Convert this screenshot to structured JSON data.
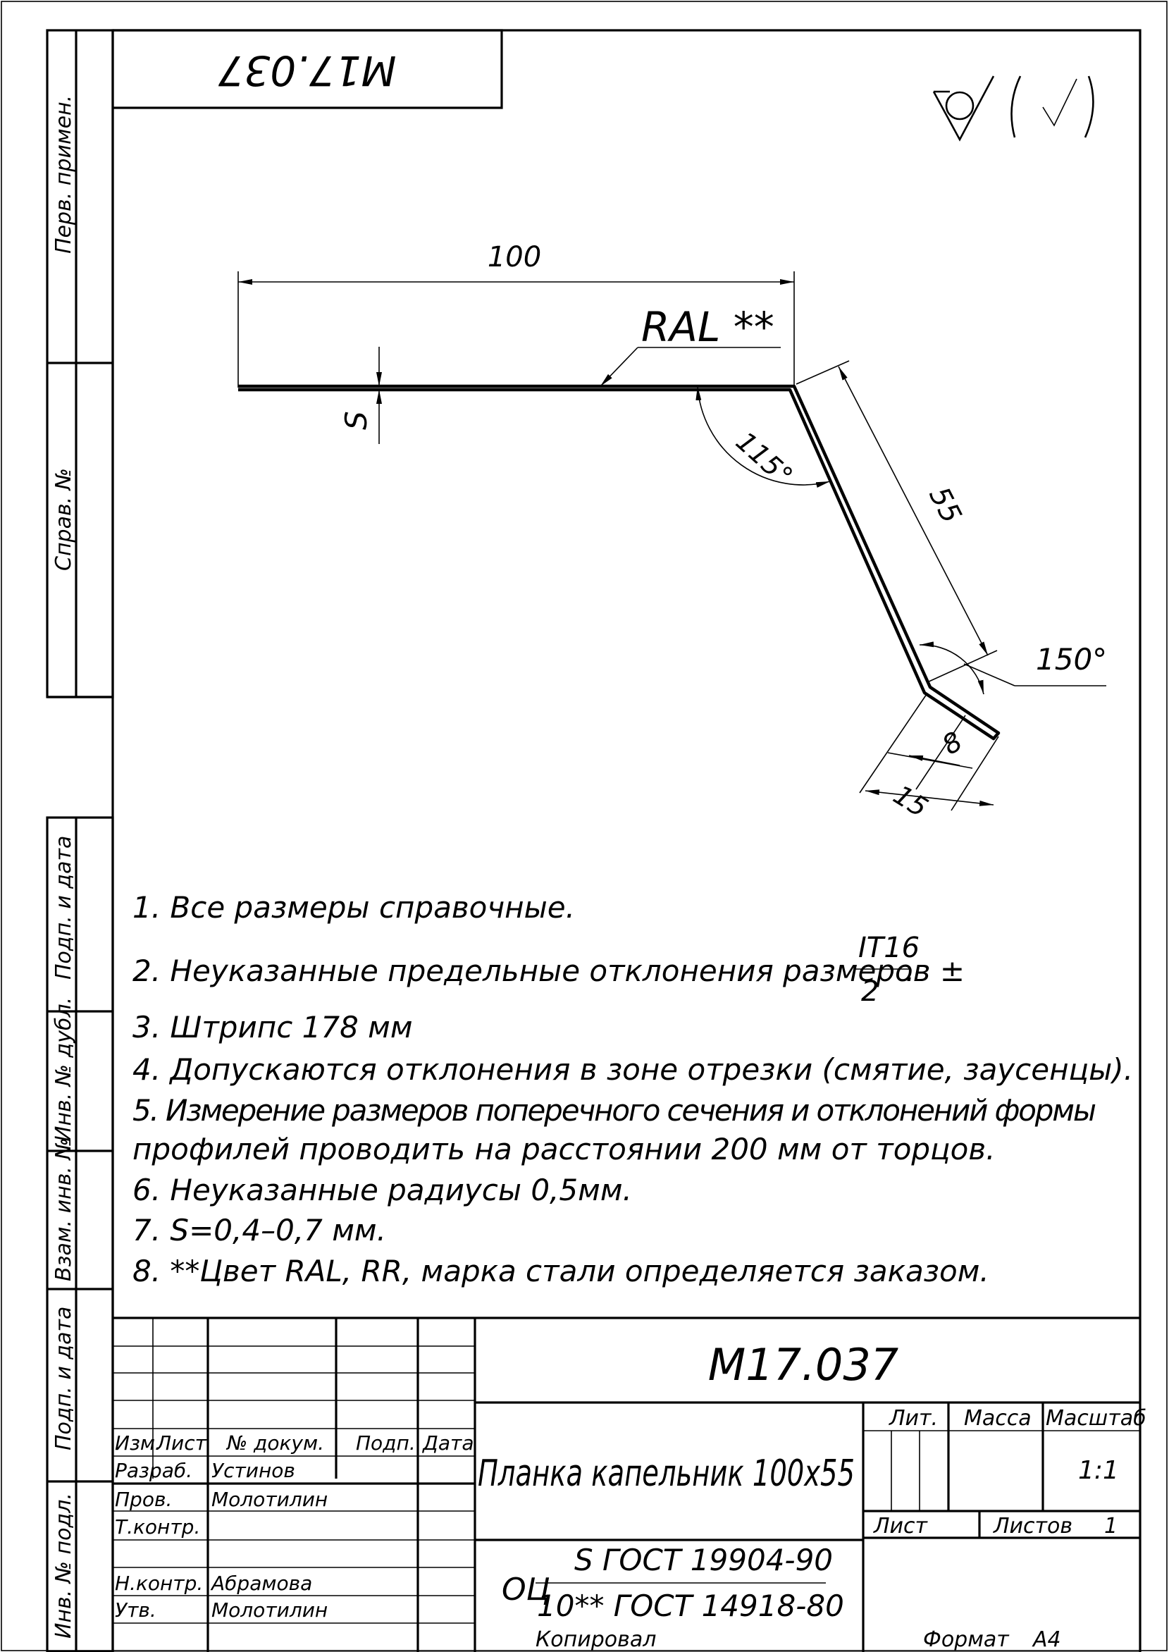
{
  "designation": "М17.037",
  "designation_mirrored": "М17.037",
  "roughness_symbol": "surface-roughness-symbol",
  "dimensions": {
    "length_top": "100",
    "coating": "RAL **",
    "thickness": "S",
    "angle_1": "115°",
    "length_side": "55",
    "angle_2": "150°",
    "length_hem": "8",
    "length_hem_total": "15"
  },
  "notes": [
    "1. Все размеры справочные.",
    "2. Неуказанные предельные отклонения размеров ±",
    "3. Штрипс 178 мм",
    "4. Допускаются отклонения в зоне отрезки (смятие, заусенцы).",
    "5. Измерение размеров поперечного сечения и отклонений формы",
    "профилей проводить на расстоянии 200 мм от торцов.",
    "6. Неуказанные радиусы 0,5мм.",
    "7. S=0,4–0,7 мм.",
    "8. **Цвет RAL, RR, марка стали определяется заказом."
  ],
  "note2_fraction": {
    "numerator": "IT16",
    "denominator": "2",
    "tail": "."
  },
  "side_strip": {
    "perv_primen": "Перв. примен.",
    "sprav_no": "Справ. №",
    "podp_data_1": "Подп. и дата",
    "inv_dubl": "Инв. № дубл.",
    "vzam_inv": "Взам. инв. №",
    "podp_data_2": "Подп. и дата",
    "inv_podl": "Инв. № подл."
  },
  "title_block": {
    "designation": "М17.037",
    "name": "Планка капельник 100х55",
    "material_num": "S ГОСТ 19904-90",
    "material_prefix": "ОЦ",
    "material_den": "10** ГОСТ 14918-80",
    "lit_label": "Лит.",
    "mass_label": "Масса",
    "scale_label": "Масштаб",
    "scale_value": "1:1",
    "sheet_label": "Лист",
    "sheets_label": "Листов",
    "sheets_value": "1",
    "col_izm": "Изм.",
    "col_list": "Лист",
    "col_doc": "№ докум.",
    "col_podp": "Подп.",
    "col_data": "Дата",
    "row_razrab": "Разраб.",
    "row_prov": "Пров.",
    "row_tkontr": "Т.контр.",
    "row_nkontr": "Н.контр.",
    "row_utv": "Утв.",
    "name_razrab": "Устинов",
    "name_prov": "Молотилин",
    "name_nkontr": "Абрамова",
    "name_utv": "Молотилин",
    "kopiroval": "Копировал",
    "format_label": "Формат",
    "format_value": "А4"
  }
}
